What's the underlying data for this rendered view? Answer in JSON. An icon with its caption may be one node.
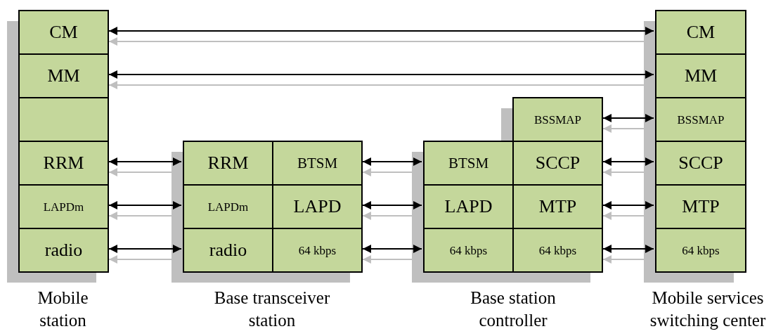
{
  "diagram": {
    "nodes": [
      {
        "text": [
          "CM"
        ]
      },
      {
        "text": [
          "MM"
        ]
      },
      {
        "text": [],
        "shape": "box"
      },
      {
        "text": [
          "RRM"
        ]
      },
      {
        "text": [
          "LAPDm"
        ]
      },
      {
        "text": [
          "radio"
        ]
      },
      {
        "text": [
          "RRM"
        ]
      },
      {
        "text": [
          "BTSM"
        ]
      },
      {
        "text": [
          "LAPDm"
        ]
      },
      {
        "text": [
          "LAPD"
        ]
      },
      {
        "text": [
          "radio"
        ]
      },
      {
        "text": [
          "64 kbps"
        ]
      },
      {
        "text": [
          "BSSMAP"
        ]
      },
      {
        "text": [
          "BTSM"
        ]
      },
      {
        "text": [
          "SCCP"
        ]
      },
      {
        "text": [
          "LAPD"
        ]
      },
      {
        "text": [
          "MTP"
        ]
      },
      {
        "text": [
          "64 kbps"
        ]
      },
      {
        "text": [
          "64 kbps"
        ]
      },
      {
        "text": [
          "CM"
        ]
      },
      {
        "text": [
          "MM"
        ]
      },
      {
        "text": [
          "BSSMAP"
        ]
      },
      {
        "text": [
          "SCCP"
        ]
      },
      {
        "text": [
          "MTP"
        ]
      },
      {
        "text": [
          "64 kbps"
        ]
      }
    ],
    "edges": [
      {
        "from": 0,
        "to": 19,
        "arrow": "both"
      },
      {
        "from": 0,
        "to": 19,
        "arrow": "both",
        "color": "#bfbfbf"
      },
      {
        "from": 1,
        "to": 20,
        "arrow": "both"
      },
      {
        "from": 1,
        "to": 20,
        "arrow": "both",
        "color": "#bfbfbf"
      },
      {
        "from": 3,
        "to": 6,
        "arrow": "both"
      },
      {
        "from": 3,
        "to": 6,
        "arrow": "both",
        "color": "#bfbfbf"
      },
      {
        "from": 4,
        "to": 8,
        "arrow": "both"
      },
      {
        "from": 4,
        "to": 8,
        "arrow": "both",
        "color": "#bfbfbf"
      },
      {
        "from": 5,
        "to": 10,
        "arrow": "both"
      },
      {
        "from": 5,
        "to": 10,
        "arrow": "both",
        "color": "#bfbfbf"
      },
      {
        "from": 7,
        "to": 13,
        "arrow": "both"
      },
      {
        "from": 7,
        "to": 13,
        "arrow": "both",
        "color": "#bfbfbf"
      },
      {
        "from": 9,
        "to": 15,
        "arrow": "both"
      },
      {
        "from": 9,
        "to": 15,
        "arrow": "both",
        "color": "#bfbfbf"
      },
      {
        "from": 11,
        "to": 17,
        "arrow": "both"
      },
      {
        "from": 11,
        "to": 17,
        "arrow": "both",
        "color": "#bfbfbf"
      },
      {
        "from": 12,
        "to": 21,
        "arrow": "both"
      },
      {
        "from": 12,
        "to": 21,
        "arrow": "both",
        "color": "#bfbfbf"
      },
      {
        "from": 14,
        "to": 22,
        "arrow": "both"
      },
      {
        "from": 14,
        "to": 22,
        "arrow": "both",
        "color": "#bfbfbf"
      },
      {
        "from": 16,
        "to": 23,
        "arrow": "both"
      },
      {
        "from": 16,
        "to": 23,
        "arrow": "both",
        "color": "#bfbfbf"
      },
      {
        "from": 18,
        "to": 24,
        "arrow": "both"
      },
      {
        "from": 18,
        "to": 24,
        "arrow": "both",
        "color": "#bfbfbf"
      }
    ],
    "labels": [
      "Mobile station",
      "Base transceiver station",
      "Base station controller",
      "Mobile services switching center"
    ]
  }
}
